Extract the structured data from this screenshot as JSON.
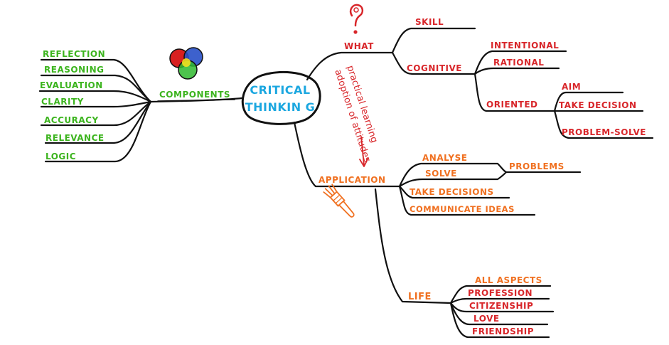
{
  "colors": {
    "center_text": "#1ba7e0",
    "components": "#3cb41e",
    "what": "#d8262a",
    "application": "#f07020",
    "note": "#d8262a",
    "lines": "#111111"
  },
  "center": {
    "line1": "CRITICAL",
    "line2": "THINKIN G"
  },
  "components": {
    "label": "COMPONENTS",
    "icon": "venn-circles-icon",
    "items": [
      "REFLECTION",
      "REASONING",
      "EVALUATION",
      "CLARITY",
      "ACCURACY",
      "RELEVANCE",
      "LOGIC"
    ]
  },
  "what": {
    "label": "WHAT",
    "icon": "question-mark-icon",
    "skill": "SKILL",
    "cognitive": {
      "label": "COGNITIVE",
      "children": [
        "INTENTIONAL",
        "RATIONAL"
      ],
      "oriented": {
        "label": "ORIENTED",
        "children": [
          "AIM",
          "TAKE DECISION",
          "PROBLEM-SOLVE"
        ]
      }
    }
  },
  "note": {
    "line1": "practical learning",
    "line2": "adoption of attitudes"
  },
  "application": {
    "label": "APPLICATION",
    "icon": "paintbrush-icon",
    "analyse": "ANALYSE",
    "solve": "SOLVE",
    "problems": "PROBLEMS",
    "items": [
      "TAKE DECISIONS",
      "COMMUNICATE IDEAS"
    ],
    "life": {
      "label": "LIFE",
      "children": [
        "ALL ASPECTS",
        "PROFESSION",
        "CITIZENSHIP",
        "LOVE",
        "FRIENDSHIP"
      ]
    }
  }
}
